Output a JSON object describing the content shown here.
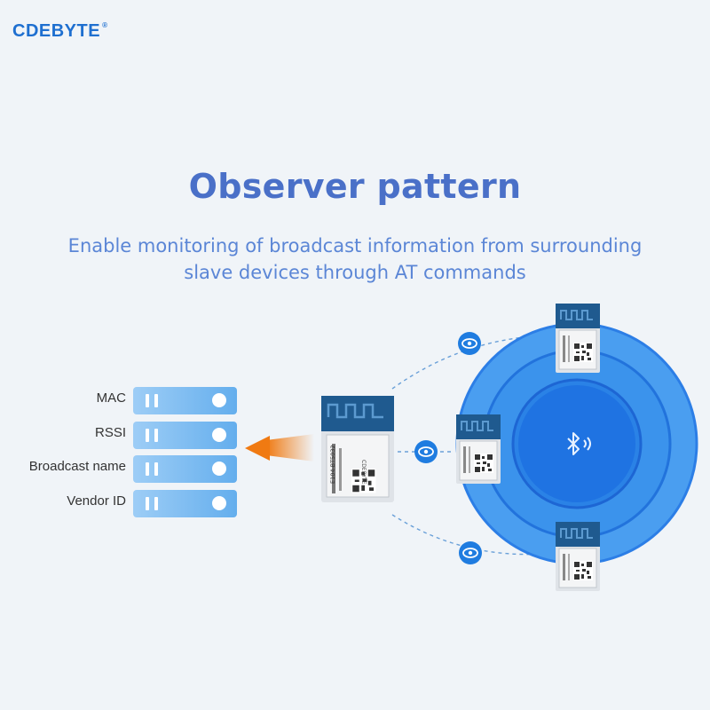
{
  "brand": {
    "logo_text": "CDEBYTE",
    "registered_mark": "®",
    "color": "#1e6fd0"
  },
  "heading": {
    "title": "Observer pattern",
    "subtitle_line1": "Enable monitoring of broadcast information from surrounding",
    "subtitle_line2": "slave devices through AT commands"
  },
  "server_fields": [
    {
      "label": "MAC"
    },
    {
      "label": "RSSI"
    },
    {
      "label": "Broadcast name"
    },
    {
      "label": "Vendor ID"
    }
  ],
  "main_module": {
    "model_text": "E104-BT5032",
    "brand_text": "CDEBYTE"
  },
  "slave_modules": [
    {
      "role": "top"
    },
    {
      "role": "middle"
    },
    {
      "role": "bottom"
    }
  ],
  "bluetooth_zone": {
    "icon": "bluetooth-icon",
    "color_outer": "#4a9ef0",
    "color_inner": "#1d70e0"
  },
  "link_icons": [
    "eye-icon",
    "eye-icon",
    "eye-icon"
  ],
  "arrow": {
    "icon": "arrow-left-icon",
    "color": "#f07a12"
  }
}
